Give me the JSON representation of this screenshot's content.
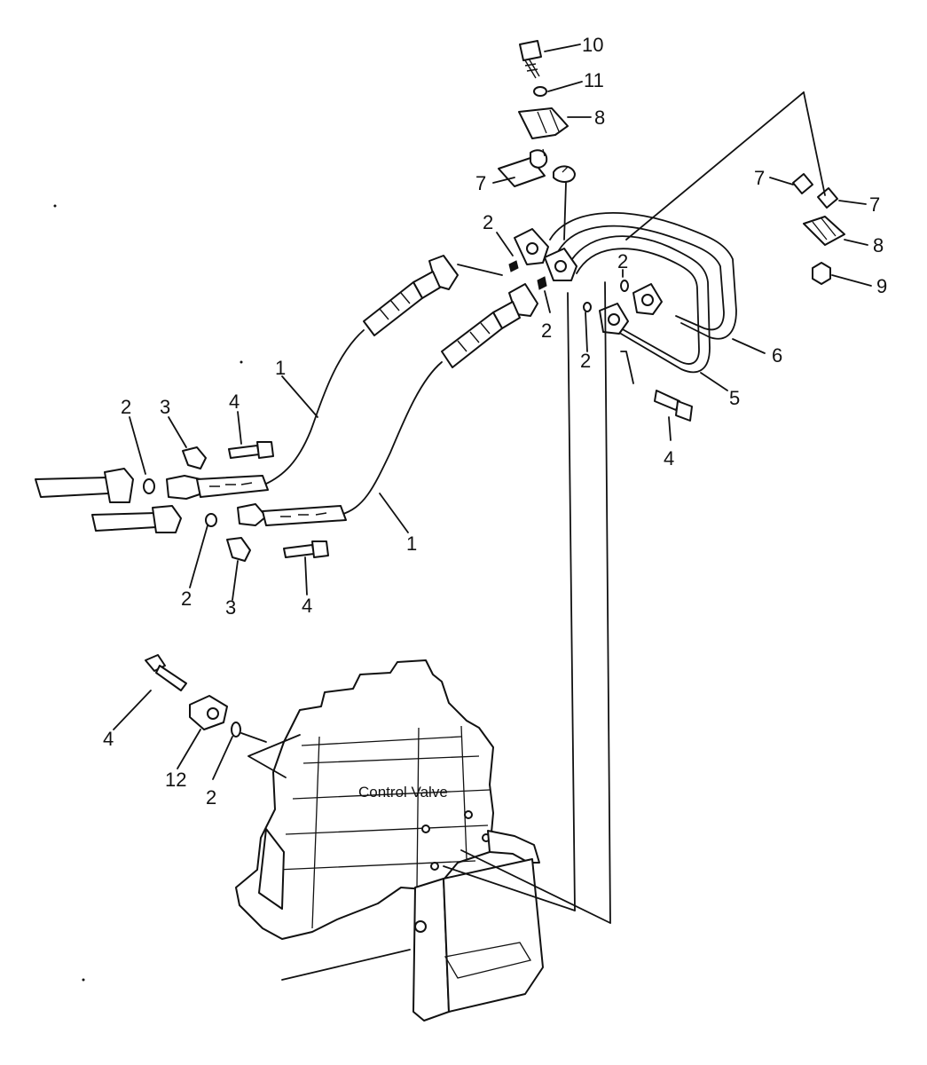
{
  "diagram": {
    "component_label": "Control Valve",
    "callouts": [
      {
        "id": "c10",
        "text": "10"
      },
      {
        "id": "c11",
        "text": "11"
      },
      {
        "id": "c8a",
        "text": "8"
      },
      {
        "id": "c7a",
        "text": "7"
      },
      {
        "id": "c7b",
        "text": "7"
      },
      {
        "id": "c7c",
        "text": "7"
      },
      {
        "id": "c8b",
        "text": "8"
      },
      {
        "id": "c9",
        "text": "9"
      },
      {
        "id": "c2a",
        "text": "2"
      },
      {
        "id": "c2b",
        "text": "2"
      },
      {
        "id": "c2c",
        "text": "2"
      },
      {
        "id": "c2d",
        "text": "2"
      },
      {
        "id": "c6",
        "text": "6"
      },
      {
        "id": "c5",
        "text": "5"
      },
      {
        "id": "c4a",
        "text": "4"
      },
      {
        "id": "c1a",
        "text": "1"
      },
      {
        "id": "c1b",
        "text": "1"
      },
      {
        "id": "c2e",
        "text": "2"
      },
      {
        "id": "c3a",
        "text": "3"
      },
      {
        "id": "c4b",
        "text": "4"
      },
      {
        "id": "c2f",
        "text": "2"
      },
      {
        "id": "c3b",
        "text": "3"
      },
      {
        "id": "c4c",
        "text": "4"
      },
      {
        "id": "c4d",
        "text": "4"
      },
      {
        "id": "c12",
        "text": "12"
      },
      {
        "id": "c2g",
        "text": "2"
      }
    ]
  }
}
